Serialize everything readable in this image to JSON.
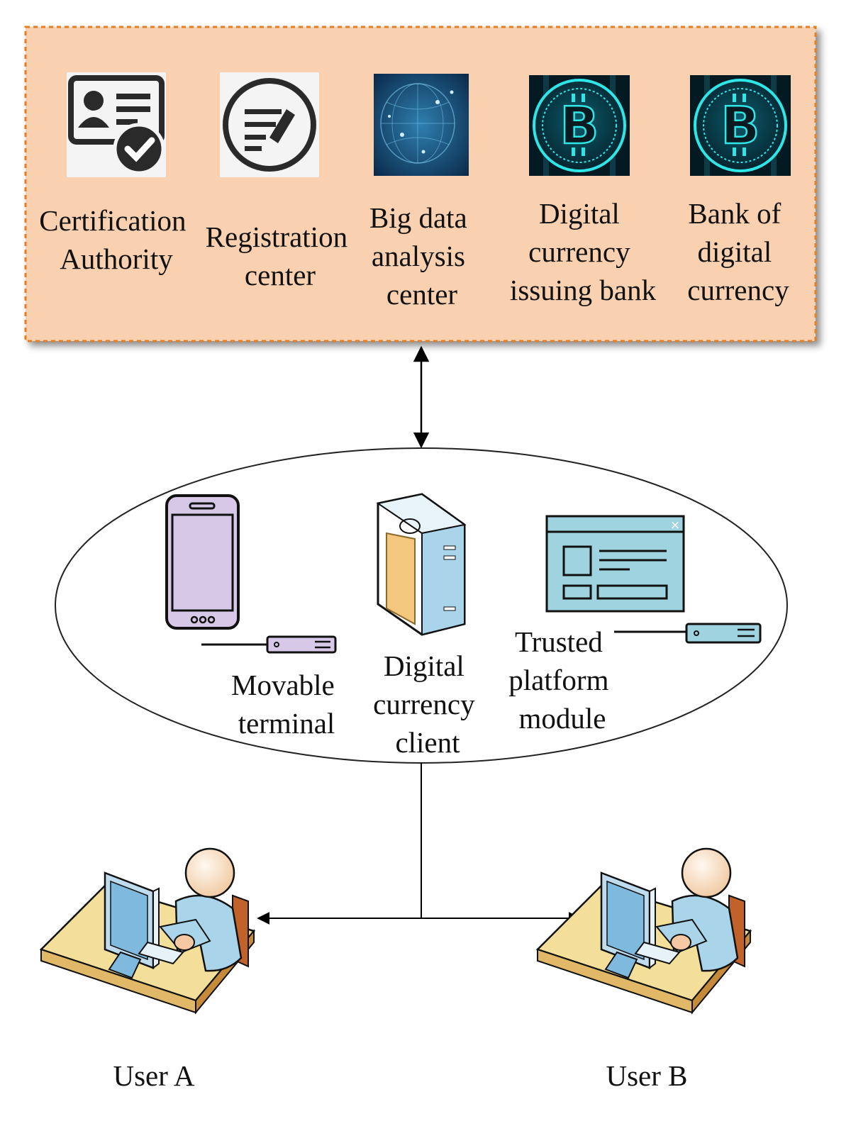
{
  "top_panel": {
    "fill": "#f9d0b0",
    "border": "#e67e22",
    "nodes": [
      {
        "icon": "id-card-check-icon",
        "lines": [
          "Certification",
          "Authority"
        ]
      },
      {
        "icon": "registration-document-icon",
        "lines": [
          "Registration",
          "center"
        ]
      },
      {
        "icon": "big-data-network-icon",
        "lines": [
          "Big data",
          "analysis",
          "center"
        ]
      },
      {
        "icon": "bitcoin-coin-icon",
        "lines": [
          "Digital",
          "currency",
          "issuing bank"
        ]
      },
      {
        "icon": "bitcoin-coin-icon",
        "lines": [
          "Bank of",
          "digital",
          "currency"
        ]
      }
    ]
  },
  "client_zone": {
    "nodes": [
      {
        "icon": "mobile-phone-icon",
        "lines": [
          "Movable",
          "terminal"
        ]
      },
      {
        "icon": "server-client-icon",
        "lines": [
          "Digital",
          "currency",
          "client"
        ]
      },
      {
        "icon": "app-window-icon",
        "lines": [
          "Trusted",
          "platform",
          "module"
        ]
      }
    ]
  },
  "users": [
    {
      "icon": "user-at-computer-icon",
      "label": "User A"
    },
    {
      "icon": "user-at-computer-icon",
      "label": "User B"
    }
  ],
  "colors": {
    "phone_screen": "#d6c8e6",
    "server_side": "#a9d4ea",
    "server_panel": "#f3c77e",
    "window_fill": "#9fd3e0",
    "desk": "#f3df9a",
    "person_body": "#a9d4ea",
    "monitor": "#bfdcef"
  }
}
